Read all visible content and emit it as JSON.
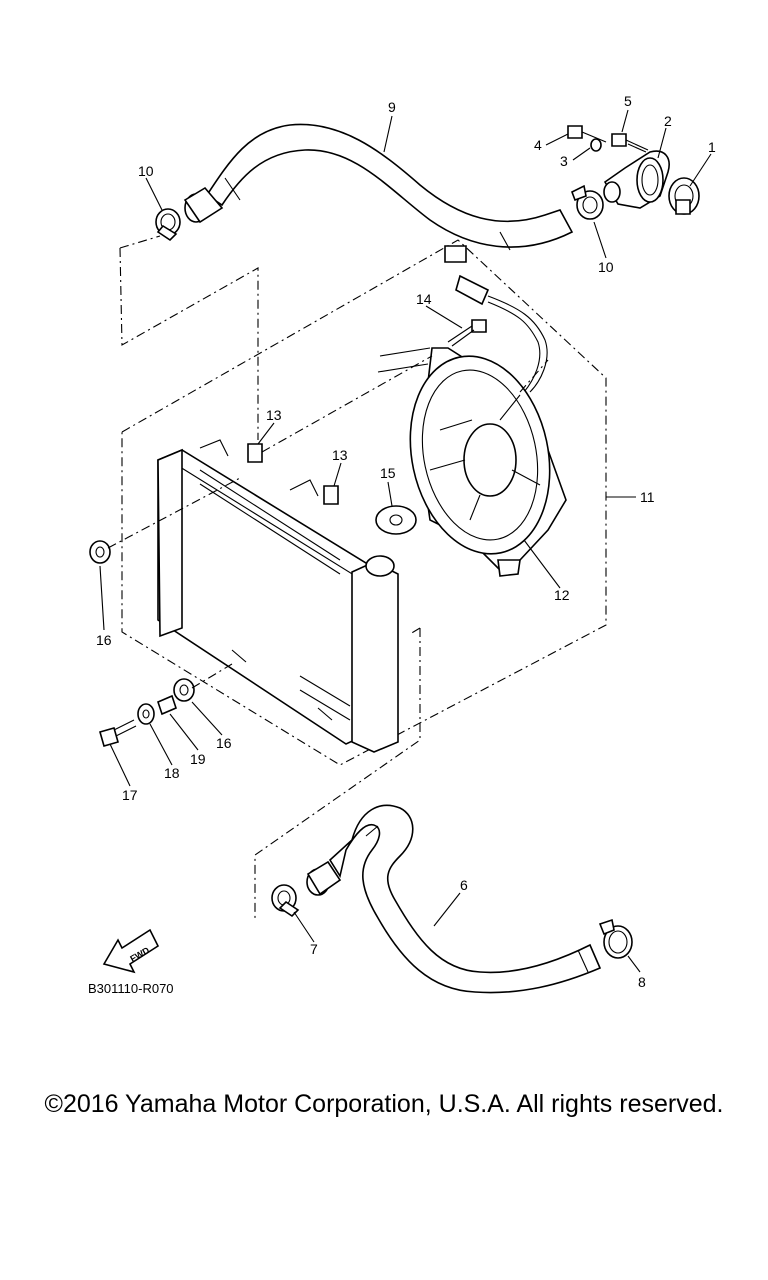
{
  "diagram": {
    "code": "B301110-R070",
    "fwd_label": "FWD",
    "callouts": [
      "1",
      "2",
      "3",
      "4",
      "5",
      "6",
      "7",
      "8",
      "9",
      "10",
      "10",
      "11",
      "12",
      "13",
      "13",
      "14",
      "15",
      "16",
      "16",
      "17",
      "18",
      "19"
    ]
  },
  "footer": {
    "copyright": "©2016 Yamaha Motor Corporation, U.S.A. All rights reserved."
  }
}
